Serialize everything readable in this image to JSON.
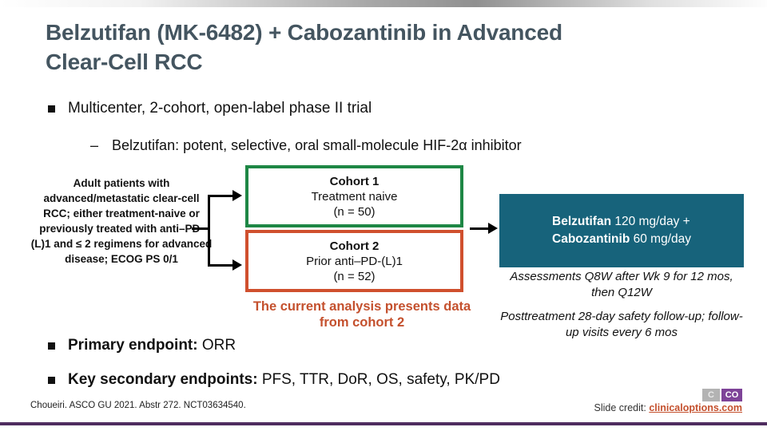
{
  "slide": {
    "title_lines": [
      "Belzutifan (MK-6482) + Cabozantinib in Advanced",
      "Clear-Cell RCC"
    ]
  },
  "bullets": {
    "bullet1": "Multicenter, 2-cohort, open-label phase II trial",
    "sub_dash": "–",
    "sub_bullet1": "Belzutifan: potent, selective, oral small-molecule HIF-2α inhibitor"
  },
  "diagram": {
    "patient_text": "Adult patients with advanced/metastatic clear-cell RCC; either treatment-naive or previously treated with anti–PD-(L)1 and ≤ 2 regimens for advanced disease; ECOG PS 0/1",
    "cohort1": {
      "title": "Cohort 1",
      "subtitle": "Treatment naive",
      "n": "(n = 50)"
    },
    "cohort2": {
      "title": "Cohort 2",
      "subtitle": "Prior anti–PD-(L)1",
      "n": "(n = 52)"
    },
    "treatment": {
      "drug1": "Belzutifan",
      "drug1_dose": " 120 mg/day +",
      "drug2": "Cabozantinib",
      "drug2_dose": " 60 mg/day"
    },
    "assessment_note": "Assessments Q8W after Wk 9 for 12 mos, then Q12W",
    "followup_note": "Posttreatment 28-day safety follow-up; follow-up visits every 6 mos",
    "current_analysis_note": "The current analysis presents data from cohort 2"
  },
  "endpoints": {
    "primary_label": "Primary endpoint:",
    "primary_value": " ORR",
    "secondary_label": "Key secondary endpoints:",
    "secondary_value": " PFS, TTR, DoR, OS, safety, PK/PD"
  },
  "footer": {
    "citation": "Choueiri. ASCO GU 2021. Abstr 272. NCT03634540.",
    "credit_label": "Slide credit: ",
    "credit_link": "clinicaloptions.com",
    "logo_left": "C",
    "logo_right": "CO"
  },
  "colors": {
    "title": "#445560",
    "cohort1_border": "#1e8745",
    "cohort2_border": "#d0502e",
    "treatment_bg": "#17637b",
    "accent_orange": "#c4502d",
    "bottom_line": "#4f2d5f",
    "logo_purple": "#7e4398",
    "logo_gray": "#b3b3b3"
  }
}
